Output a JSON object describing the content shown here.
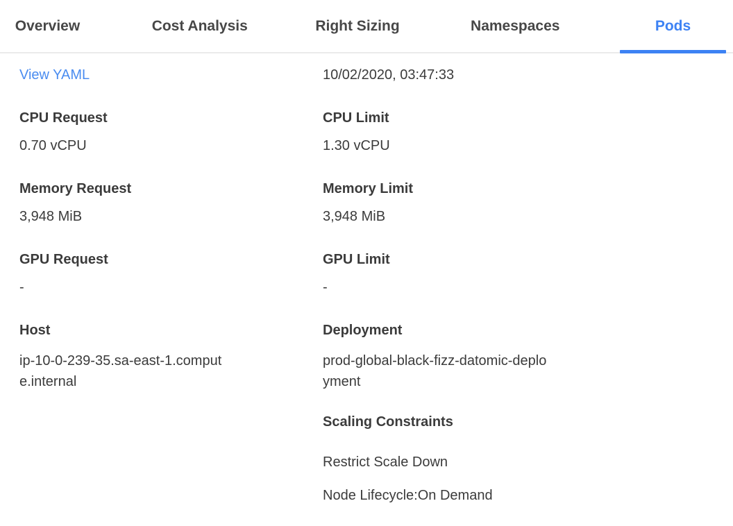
{
  "tabs": [
    {
      "label": "Overview",
      "active": false
    },
    {
      "label": "Cost Analysis",
      "active": false
    },
    {
      "label": "Right Sizing",
      "active": false
    },
    {
      "label": "Namespaces",
      "active": false
    },
    {
      "label": "Pods",
      "active": true
    }
  ],
  "colors": {
    "accent": "#3d82f4",
    "link": "#4a8cf0",
    "text": "#3b3b3b",
    "tab_text": "#474747",
    "divider": "#ebebeb"
  },
  "detail": {
    "view_yaml_label": "View YAML",
    "timestamp": "10/02/2020, 03:47:33",
    "left_fields": [
      {
        "label": "CPU Request",
        "value": "0.70 vCPU"
      },
      {
        "label": "Memory Request",
        "value": "3,948 MiB"
      },
      {
        "label": "GPU Request",
        "value": "-"
      },
      {
        "label": "Host",
        "value": "ip-10-0-239-35.sa-east-1.compute.internal"
      }
    ],
    "right_fields": [
      {
        "label": "CPU Limit",
        "value": "1.30 vCPU"
      },
      {
        "label": "Memory Limit",
        "value": "3,948 MiB"
      },
      {
        "label": "GPU Limit",
        "value": "-"
      },
      {
        "label": "Deployment",
        "value": "prod-global-black-fizz-datomic-deployment"
      }
    ],
    "scaling_constraints": {
      "label": "Scaling Constraints",
      "items": [
        "Restrict Scale Down",
        "Node Lifecycle:On Demand"
      ]
    }
  }
}
